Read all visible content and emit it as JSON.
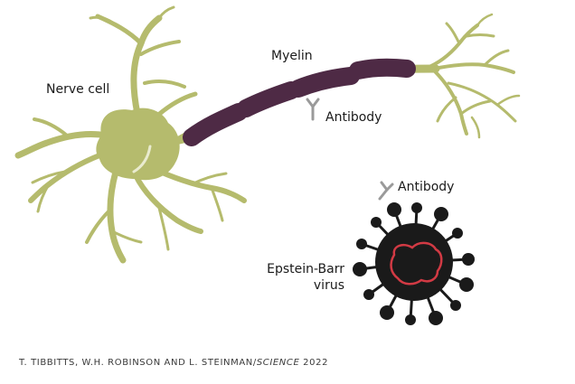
{
  "labels": {
    "nerve_cell": "Nerve cell",
    "myelin": "Myelin",
    "antibody_1": "Antibody",
    "antibody_2": "Antibody",
    "virus_line1": "Epstein-Barr",
    "virus_line2": "virus"
  },
  "credit": {
    "authors": "T. TIBBITTS, W.H. ROBINSON AND L. STEINMAN/",
    "journal": "SCIENCE",
    "year": " 2022"
  },
  "colors": {
    "neuron": "#b5bb6d",
    "myelin": "#4e2a45",
    "antibody": "#9a9a9a",
    "virus": "#1a1a1a",
    "virus_inner": "#d23a44"
  }
}
